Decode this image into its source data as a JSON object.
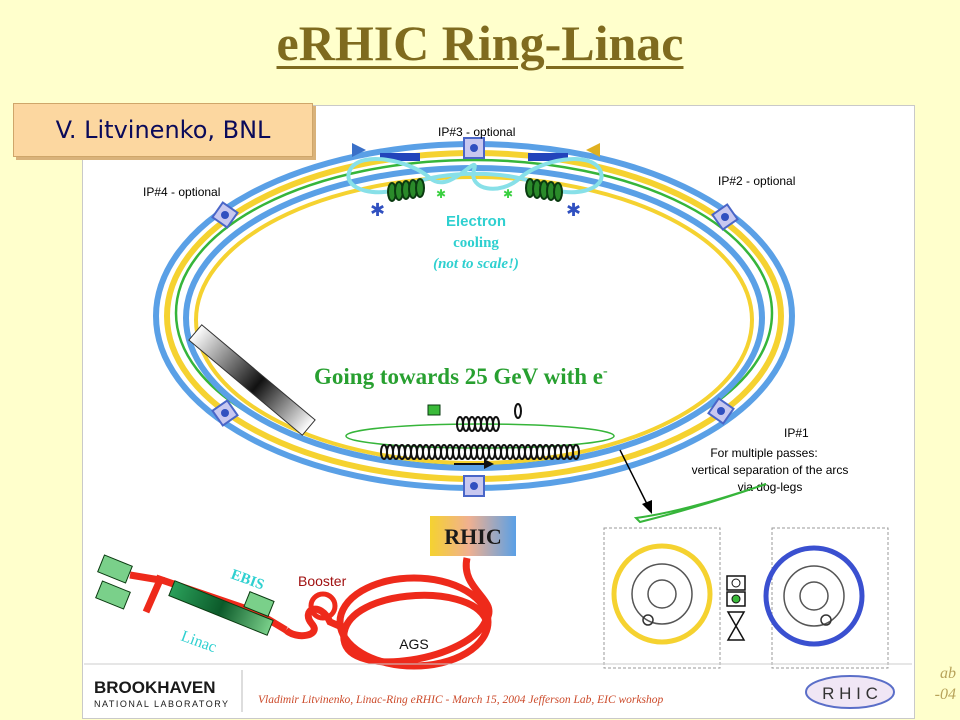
{
  "slide": {
    "title": "eRHIC Ring-Linac",
    "author_badge": "V. Litvinenko, BNL",
    "corner_text_1": "ab",
    "corner_text_2": "-04"
  },
  "diagram": {
    "ip3": "IP#3 - optional",
    "ip2": "IP#2 - optional",
    "ip4": "IP#4 - optional",
    "ip1": "IP#1",
    "cooling_line1": "Electron",
    "cooling_line2": "cooling",
    "cooling_line3": "(not to scale!)",
    "headline": "Going towards 25 GeV with e",
    "headline_sup": "-",
    "note_line1": "For multiple passes:",
    "note_line2": "vertical separation of the arcs",
    "note_line3": "via dog-legs",
    "rhic": "RHIC",
    "ebis": "EBIS",
    "booster": "Booster",
    "linac": "Linac",
    "ags": "AGS",
    "bnl_line1": "BROOKHAVEN",
    "bnl_line2": "NATIONAL LABORATORY",
    "footer": "Vladimir Litvinenko, Linac-Ring eRHIC -  March 15, 2004 Jefferson Lab, EIC workshop",
    "rhic_logo": "R H I C"
  },
  "colors": {
    "title": "#7f6b1f",
    "background": "#ffffcc",
    "ring_blue": "#5aa0e6",
    "ring_yellow": "#f5d230",
    "ring_green": "#36b53a",
    "injector_red": "#ee2a1b",
    "cooling_text": "#2fd0d0",
    "headline_green": "#28a030",
    "ebis_text": "#2fd0d0"
  }
}
